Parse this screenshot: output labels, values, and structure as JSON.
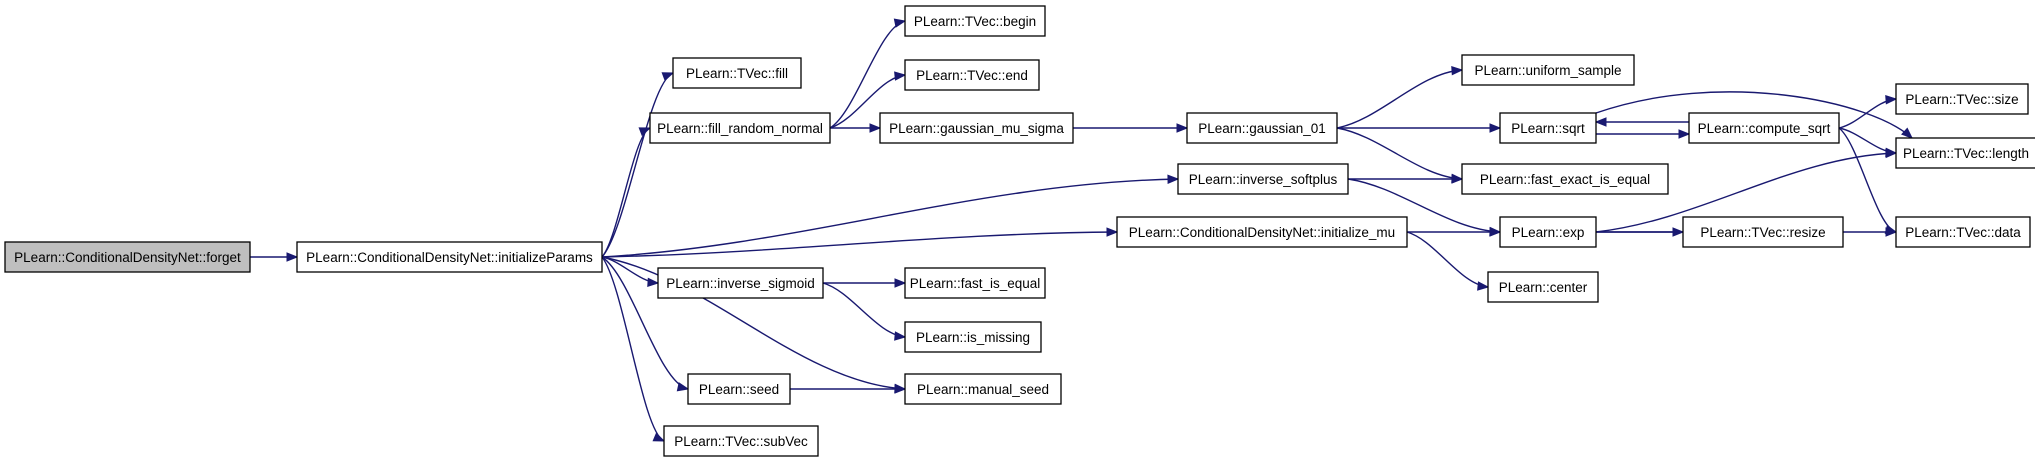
{
  "diagram": {
    "type": "call-graph",
    "colors": {
      "edge": "#191970",
      "root_fill": "#bfbfbf",
      "node_fill": "#ffffff",
      "node_border": "#000000"
    },
    "nodes": [
      {
        "id": "forget",
        "label": "PLearn::ConditionalDensityNet::forget",
        "root": true
      },
      {
        "id": "initializeParams",
        "label": "PLearn::ConditionalDensityNet::initializeParams"
      },
      {
        "id": "fill",
        "label": "PLearn::TVec::fill"
      },
      {
        "id": "fill_random_normal",
        "label": "PLearn::fill_random_normal"
      },
      {
        "id": "begin",
        "label": "PLearn::TVec::begin"
      },
      {
        "id": "end",
        "label": "PLearn::TVec::end"
      },
      {
        "id": "gaussian_mu_sigma",
        "label": "PLearn::gaussian_mu_sigma"
      },
      {
        "id": "gaussian_01",
        "label": "PLearn::gaussian_01"
      },
      {
        "id": "uniform_sample",
        "label": "PLearn::uniform_sample"
      },
      {
        "id": "sqrt",
        "label": "PLearn::sqrt"
      },
      {
        "id": "compute_sqrt",
        "label": "PLearn::compute_sqrt"
      },
      {
        "id": "size",
        "label": "PLearn::TVec::size"
      },
      {
        "id": "length",
        "label": "PLearn::TVec::length"
      },
      {
        "id": "inverse_softplus",
        "label": "PLearn::inverse_softplus"
      },
      {
        "id": "fast_exact_is_equal",
        "label": "PLearn::fast_exact_is_equal"
      },
      {
        "id": "initialize_mu",
        "label": "PLearn::ConditionalDensityNet::initialize_mu"
      },
      {
        "id": "exp",
        "label": "PLearn::exp"
      },
      {
        "id": "resize",
        "label": "PLearn::TVec::resize"
      },
      {
        "id": "data",
        "label": "PLearn::TVec::data"
      },
      {
        "id": "center",
        "label": "PLearn::center"
      },
      {
        "id": "inverse_sigmoid",
        "label": "PLearn::inverse_sigmoid"
      },
      {
        "id": "fast_is_equal",
        "label": "PLearn::fast_is_equal"
      },
      {
        "id": "is_missing",
        "label": "PLearn::is_missing"
      },
      {
        "id": "seed",
        "label": "PLearn::seed"
      },
      {
        "id": "manual_seed",
        "label": "PLearn::manual_seed"
      },
      {
        "id": "subVec",
        "label": "PLearn::TVec::subVec"
      }
    ],
    "edges": [
      {
        "from": "forget",
        "to": "initializeParams"
      },
      {
        "from": "initializeParams",
        "to": "fill"
      },
      {
        "from": "initializeParams",
        "to": "fill_random_normal"
      },
      {
        "from": "initializeParams",
        "to": "inverse_softplus"
      },
      {
        "from": "initializeParams",
        "to": "initialize_mu"
      },
      {
        "from": "initializeParams",
        "to": "inverse_sigmoid"
      },
      {
        "from": "initializeParams",
        "to": "manual_seed"
      },
      {
        "from": "initializeParams",
        "to": "seed"
      },
      {
        "from": "initializeParams",
        "to": "subVec"
      },
      {
        "from": "fill_random_normal",
        "to": "begin"
      },
      {
        "from": "fill_random_normal",
        "to": "end"
      },
      {
        "from": "fill_random_normal",
        "to": "gaussian_mu_sigma"
      },
      {
        "from": "gaussian_mu_sigma",
        "to": "gaussian_01"
      },
      {
        "from": "gaussian_01",
        "to": "uniform_sample"
      },
      {
        "from": "gaussian_01",
        "to": "sqrt"
      },
      {
        "from": "gaussian_01",
        "to": "fast_exact_is_equal"
      },
      {
        "from": "sqrt",
        "to": "compute_sqrt"
      },
      {
        "from": "sqrt",
        "to": "length"
      },
      {
        "from": "compute_sqrt",
        "to": "sqrt"
      },
      {
        "from": "compute_sqrt",
        "to": "size"
      },
      {
        "from": "compute_sqrt",
        "to": "length"
      },
      {
        "from": "compute_sqrt",
        "to": "data"
      },
      {
        "from": "inverse_softplus",
        "to": "fast_exact_is_equal"
      },
      {
        "from": "inverse_softplus",
        "to": "exp"
      },
      {
        "from": "initialize_mu",
        "to": "exp"
      },
      {
        "from": "initialize_mu",
        "to": "center"
      },
      {
        "from": "exp",
        "to": "length"
      },
      {
        "from": "exp",
        "to": "resize"
      },
      {
        "from": "exp",
        "to": "data"
      },
      {
        "from": "inverse_sigmoid",
        "to": "fast_is_equal"
      },
      {
        "from": "inverse_sigmoid",
        "to": "is_missing"
      },
      {
        "from": "seed",
        "to": "manual_seed"
      }
    ]
  }
}
